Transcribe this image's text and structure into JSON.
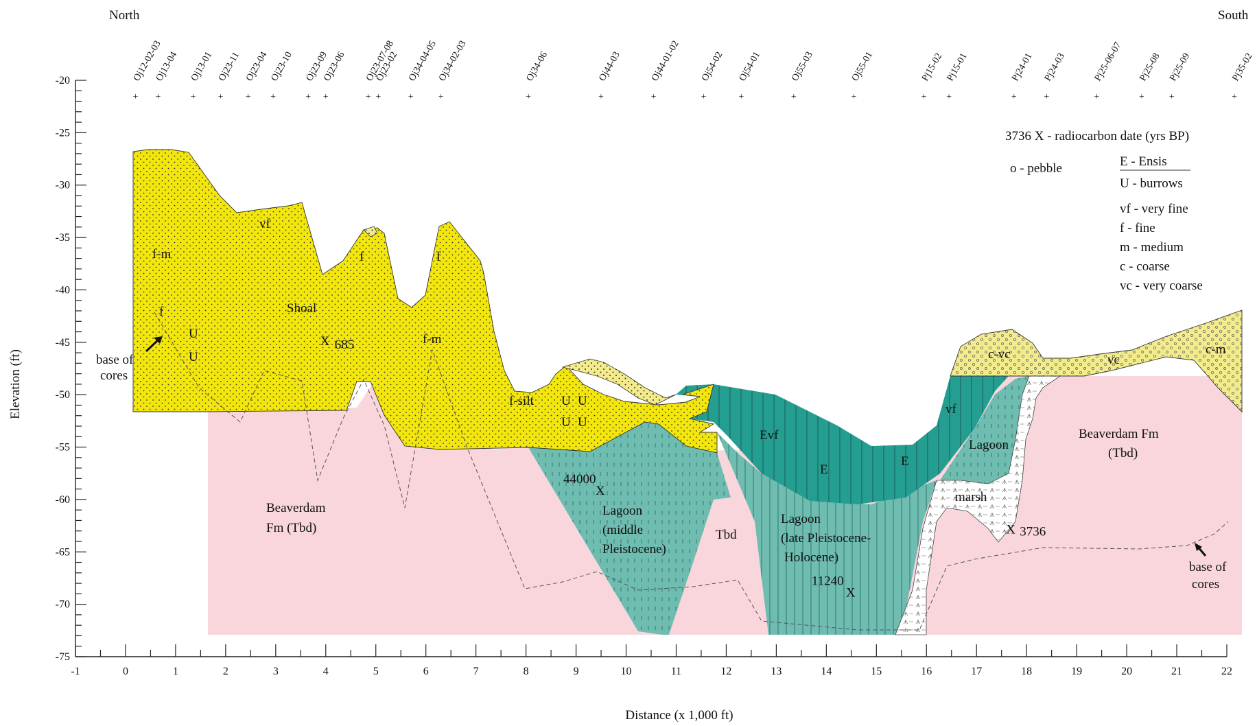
{
  "title": {
    "north": "North",
    "south": "South"
  },
  "axes": {
    "xlabel": "Distance (x 1,000 ft)",
    "ylabel": "Elevation (ft)",
    "xticks": [
      "-1",
      "0",
      "1",
      "2",
      "3",
      "4",
      "5",
      "6",
      "7",
      "8",
      "9",
      "10",
      "11",
      "12",
      "13",
      "14",
      "15",
      "16",
      "17",
      "18",
      "19",
      "20",
      "21",
      "22"
    ],
    "yticks": [
      "-20",
      "-25",
      "-30",
      "-35",
      "-40",
      "-45",
      "-50",
      "-55",
      "-60",
      "-65",
      "-70",
      "-75"
    ],
    "xlim": [
      -1,
      22
    ],
    "ylim": [
      -75,
      -20
    ]
  },
  "cores": [
    {
      "name": "Oj12-02-03",
      "x": 0.2
    },
    {
      "name": "Oj13-04",
      "x": 0.65
    },
    {
      "name": "Oj13-01",
      "x": 1.35
    },
    {
      "name": "Oj23-11",
      "x": 1.9
    },
    {
      "name": "Oj23-04",
      "x": 2.45
    },
    {
      "name": "Oj23-10",
      "x": 2.95
    },
    {
      "name": "Oj23-09",
      "x": 3.65
    },
    {
      "name": "Oj23-06",
      "x": 4.0
    },
    {
      "name": "Oj23-07-08",
      "x": 4.85
    },
    {
      "name": "Oj23-02",
      "x": 5.05
    },
    {
      "name": "Oj34-04-05",
      "x": 5.7
    },
    {
      "name": "Oj34-02-03",
      "x": 6.3
    },
    {
      "name": "Oj34-06",
      "x": 8.05
    },
    {
      "name": "Oj44-03",
      "x": 9.5
    },
    {
      "name": "Oj44-01-02",
      "x": 10.55
    },
    {
      "name": "Oj54-02",
      "x": 11.55
    },
    {
      "name": "Oj54-01",
      "x": 12.3
    },
    {
      "name": "Oj55-03",
      "x": 13.35
    },
    {
      "name": "Oj55-01",
      "x": 14.55
    },
    {
      "name": "Pj15-02",
      "x": 15.95
    },
    {
      "name": "Pj15-01",
      "x": 16.45
    },
    {
      "name": "Pj24-01",
      "x": 17.75
    },
    {
      "name": "Pj24-03",
      "x": 18.4
    },
    {
      "name": "Pj25-06-07",
      "x": 19.4
    },
    {
      "name": "Pj25-08",
      "x": 20.3
    },
    {
      "name": "Pj25-09",
      "x": 20.9
    },
    {
      "name": "Pj35-02",
      "x": 22.15
    }
  ],
  "legend": {
    "radiocarbon": "3736 X - radiocarbon date (yrs BP)",
    "pebble": "o - pebble",
    "ensis": "E - Ensis",
    "burrows": "U - burrows",
    "vf": "vf - very fine",
    "f": "f - fine",
    "m": "m - medium",
    "c": "c - coarse",
    "vc": "vc - very coarse"
  },
  "units": {
    "shoal": "Shoal",
    "beaverdam_left_1": "Beaverdam",
    "beaverdam_left_2": "Fm (Tbd)",
    "beaverdam_right_1": "Beaverdam Fm",
    "beaverdam_right_2": "(Tbd)",
    "tbd_mid": "Tbd",
    "lagoon_mid_1": "Lagoon",
    "lagoon_mid_2": "(middle",
    "lagoon_mid_3": "Pleistocene)",
    "lagoon_late_1": "Lagoon",
    "lagoon_late_2": "(late Pleistocene-",
    "lagoon_late_3": "Holocene)",
    "lagoon_right": "Lagoon",
    "marsh": "marsh",
    "base_left_1": "base of",
    "base_left_2": "cores",
    "base_right_1": "base of",
    "base_right_2": "cores"
  },
  "annotations": {
    "fm1": "f-m",
    "vf1": "vf",
    "f_left": "f",
    "f_mid": "f",
    "f_right": "f",
    "fm2": "f-m",
    "fsilt": "f-silt",
    "evf": "Evf",
    "e1": "E",
    "e2": "E",
    "vf_right": "vf",
    "cvc": "c-vc",
    "vc": "vc",
    "cm": "c-m",
    "burrow": "U",
    "cross": "X"
  },
  "dates": [
    {
      "label": "685",
      "x": 4.0,
      "elev": -44.8
    },
    {
      "label": "44000",
      "x": 9.5,
      "elev": -59.1
    },
    {
      "label": "11240",
      "x": 14.5,
      "elev": -68.8
    },
    {
      "label": "3736",
      "x": 17.7,
      "elev": -62.8
    }
  ],
  "colors": {
    "shoal": "#f2e60d",
    "shoal_light": "#f4eb8a",
    "beaverdam": "#f8d6dc",
    "lagoon": "#6fbcb0",
    "ensis": "#259e92",
    "coarse": "#f3ec8c",
    "marsh": "#ffffff"
  }
}
